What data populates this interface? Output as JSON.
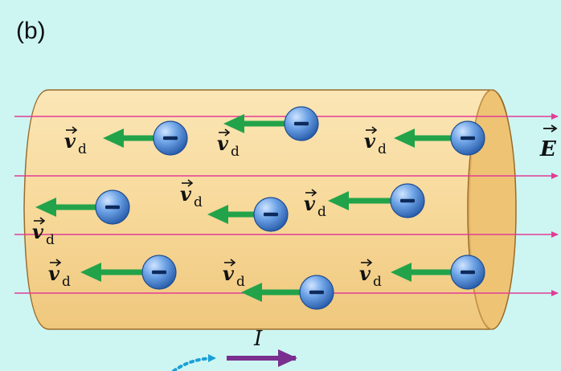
{
  "panel_label": "(b)",
  "field_label": "E",
  "drift_label": "v",
  "drift_subscript": "d",
  "current_label": "I",
  "charge_symbol": "−",
  "colors": {
    "background": "#cdf6f2",
    "cylinder_body": "#f7d99a",
    "cylinder_end": "#eec474",
    "cylinder_edge": "#9a6b2a",
    "field_line": "#e23c95",
    "drift_arrow": "#22a34a",
    "electron": "#3a74c8",
    "current_arrow": "#7a2f8f",
    "dotted_arrow": "#1aa0d8"
  },
  "icons": [
    "electron-icon",
    "field-line-arrow",
    "drift-velocity-arrow",
    "current-arrow",
    "dotted-curved-arrow"
  ]
}
